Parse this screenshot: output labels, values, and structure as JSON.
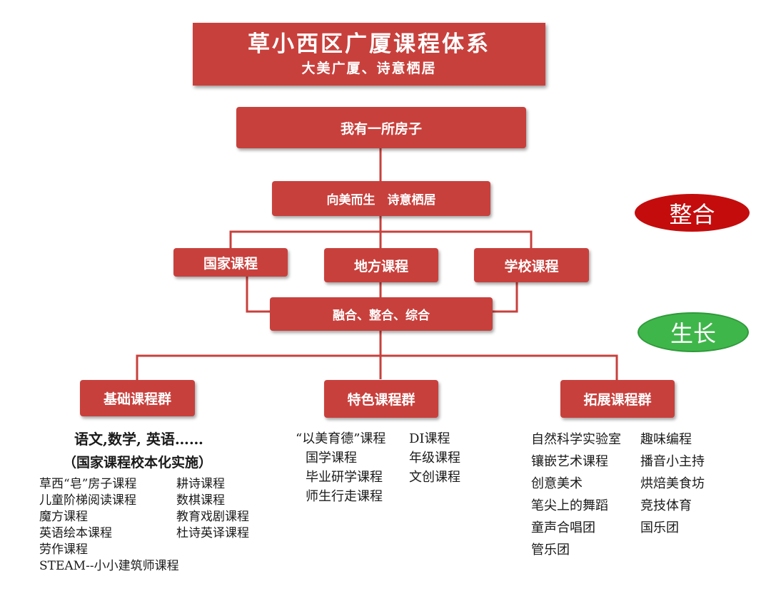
{
  "title": {
    "main": "草小西区广厦课程体系",
    "sub": "大美广厦、诗意栖居"
  },
  "nodes": {
    "root": "我有一所房子",
    "level2": "向美而生　诗意栖居",
    "national": "国家课程",
    "local": "地方课程",
    "school": "学校课程",
    "merge": "融合、整合、综合",
    "basic": "基础课程群",
    "feature": "特色课程群",
    "extend": "拓展课程群"
  },
  "badges": {
    "integrate": {
      "label": "整合",
      "color": "#c40c0c"
    },
    "grow": {
      "label": "生长",
      "color": "#3fb64a"
    }
  },
  "basic_group": {
    "headline": "语文,数学, 英语……",
    "note": "（国家课程校本化实施）",
    "col1": [
      "草西“皂”房子课程",
      "儿童阶梯阅读课程",
      "魔方课程",
      "英语绘本课程",
      "劳作课程"
    ],
    "col2": [
      "耕诗课程",
      "数棋课程",
      "教育戏剧课程",
      "杜诗英译课程"
    ],
    "last": "STEAM--小小建筑师课程"
  },
  "feature_group": {
    "col1": [
      "“以美育德”课程",
      "国学课程",
      "毕业研学课程",
      "师生行走课程"
    ],
    "col2": [
      "DI课程",
      "年级课程",
      "文创课程"
    ]
  },
  "extend_group": {
    "col1": [
      "自然科学实验室",
      "镶嵌艺术课程",
      "创意美术",
      "笔尖上的舞蹈",
      "童声合唱团",
      "管乐团"
    ],
    "col2": [
      "趣味编程",
      "播音小主持",
      "烘焙美食坊",
      "竞技体育",
      "国乐团"
    ]
  },
  "colors": {
    "box": "#c8403c",
    "line": "#c8403c"
  }
}
